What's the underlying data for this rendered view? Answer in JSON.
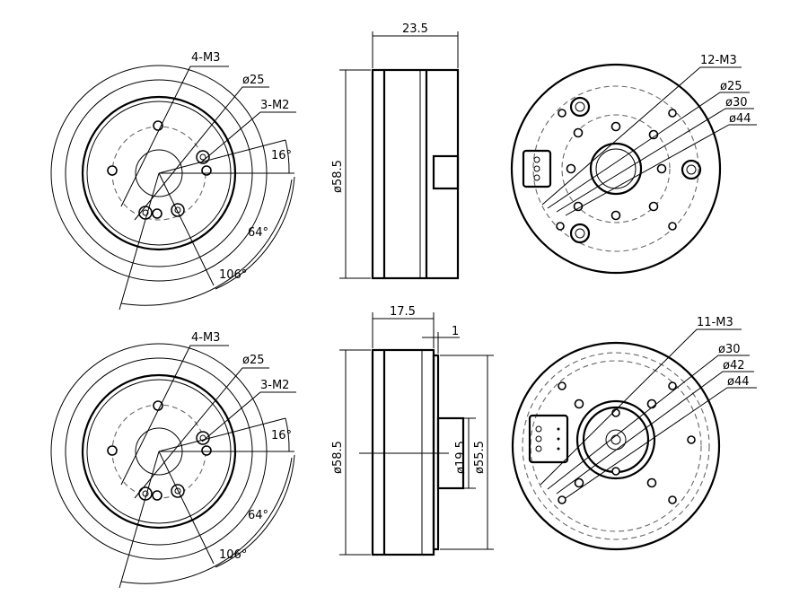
{
  "top_front": {
    "holes_m3": "4-M3",
    "dia_25": "ø25",
    "holes_m2": "3-M2",
    "angle_16": "16°",
    "angle_64": "64°",
    "angle_106": "106°"
  },
  "top_side": {
    "width": "23.5",
    "diameter": "ø58.5"
  },
  "top_rear": {
    "holes_m3": "12-M3",
    "dia_25": "ø25",
    "dia_30": "ø30",
    "dia_44": "ø44"
  },
  "bottom_front": {
    "holes_m3": "4-M3",
    "dia_25": "ø25",
    "holes_m2": "3-M2",
    "angle_16": "16°",
    "angle_64": "64°",
    "angle_106": "106°"
  },
  "bottom_side": {
    "width": "17.5",
    "step": "1",
    "diameter": "ø58.5",
    "shaft_dia": "ø19.5",
    "outer_dia": "ø55.5"
  },
  "bottom_rear": {
    "holes_m3": "11-M3",
    "dia_30": "ø30",
    "dia_42": "ø42",
    "dia_44": "ø44"
  }
}
